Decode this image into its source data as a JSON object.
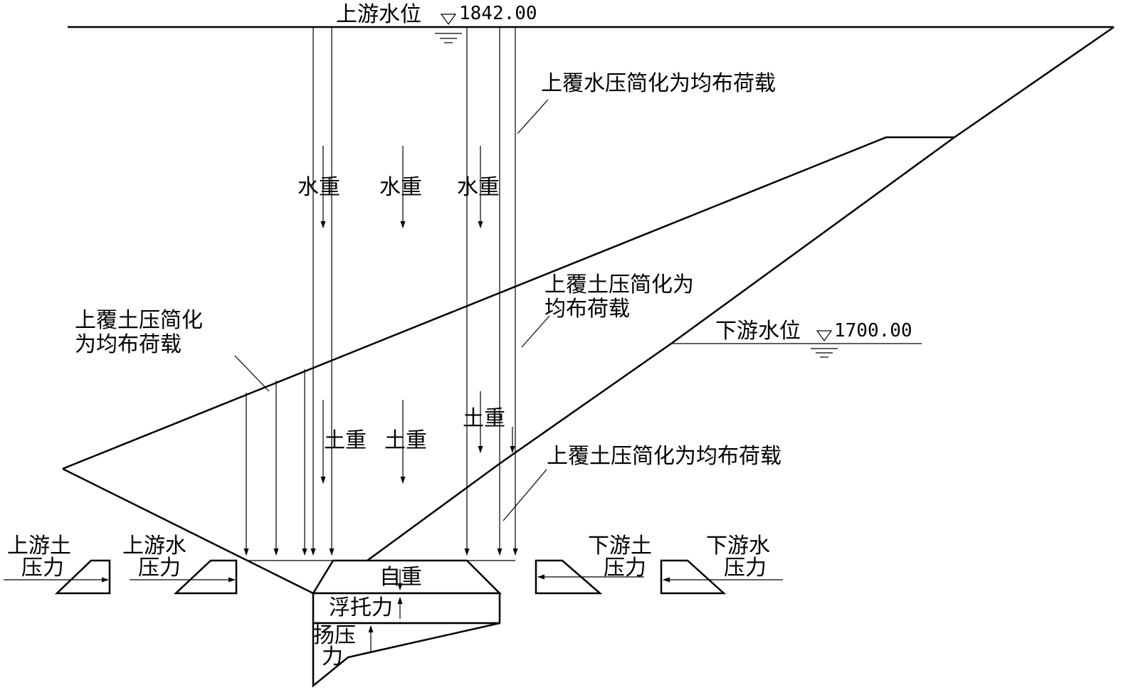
{
  "upstream": {
    "label": "上游水位",
    "level": "1842.00"
  },
  "downstream": {
    "label": "下游水位",
    "level": "1700.00"
  },
  "annotations": {
    "water_cover": "上覆水压简化为均布荷载",
    "soil_cover_right_1": "上覆土压简化为",
    "soil_cover_right_2": "均布荷载",
    "soil_cover_left_1": "上覆土压简化",
    "soil_cover_left_2": "为均布荷载",
    "soil_cover_lower": "上覆土压简化为均布荷载"
  },
  "loads": {
    "water_weight": "水重",
    "soil_weight": "土重",
    "self_weight": "自重",
    "buoyancy": "浮托力",
    "uplift_1": "扬压",
    "uplift_2": "力"
  },
  "lateral": {
    "up_soil_1": "上游土",
    "up_soil_2": "压力",
    "up_water_1": "上游水",
    "up_water_2": "压力",
    "down_soil_1": "下游土",
    "down_soil_2": "压力",
    "down_water_1": "下游水",
    "down_water_2": "压力"
  },
  "colors": {
    "line": "#000000",
    "background": "#ffffff"
  }
}
